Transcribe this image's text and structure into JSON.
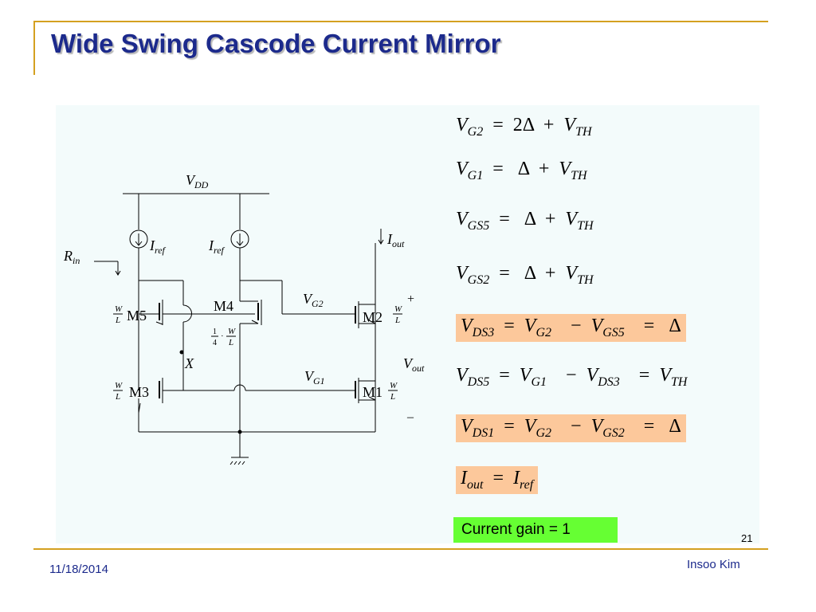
{
  "slide": {
    "title": "Wide Swing Cascode Current Mirror",
    "page_number": "21",
    "date": "11/18/2014",
    "author": "Insoo Kim"
  },
  "equations": [
    {
      "lhs": "V",
      "lhs_sub": "G2",
      "rhs": [
        {
          "t": "=  2Δ  +  "
        },
        {
          "t": "V",
          "s": "TH"
        }
      ],
      "highlight": false
    },
    {
      "lhs": "V",
      "lhs_sub": "G1",
      "rhs": [
        {
          "t": "=   Δ  +  "
        },
        {
          "t": "V",
          "s": "TH"
        }
      ],
      "highlight": false
    },
    {
      "lhs": "V",
      "lhs_sub": "GS5",
      "rhs": [
        {
          "t": "=   Δ  +  "
        },
        {
          "t": "V",
          "s": "TH"
        }
      ],
      "highlight": false
    },
    {
      "lhs": "V",
      "lhs_sub": "GS2",
      "rhs": [
        {
          "t": "=   Δ  +  "
        },
        {
          "t": "V",
          "s": "TH"
        }
      ],
      "highlight": false
    },
    {
      "lhs": "V",
      "lhs_sub": "DS3",
      "rhs": [
        {
          "t": "=  "
        },
        {
          "t": "V",
          "s": "G2"
        },
        {
          "t": "  −  "
        },
        {
          "t": "V",
          "s": "GS5"
        },
        {
          "t": "  =   Δ"
        }
      ],
      "highlight": true
    },
    {
      "lhs": "V",
      "lhs_sub": "DS5",
      "rhs": [
        {
          "t": "=  "
        },
        {
          "t": "V",
          "s": "G1"
        },
        {
          "t": "  −  "
        },
        {
          "t": "V",
          "s": "DS3"
        },
        {
          "t": "  =  "
        },
        {
          "t": "V",
          "s": "TH"
        }
      ],
      "highlight": false
    },
    {
      "lhs": "V",
      "lhs_sub": "DS1",
      "rhs": [
        {
          "t": "=  "
        },
        {
          "t": "V",
          "s": "G2"
        },
        {
          "t": "  −  "
        },
        {
          "t": "V",
          "s": "GS2"
        },
        {
          "t": "  =   Δ"
        }
      ],
      "highlight": true
    },
    {
      "lhs": "I",
      "lhs_sub": "out",
      "rhs": [
        {
          "t": "=  "
        },
        {
          "t": "I",
          "s": "ref"
        }
      ],
      "highlight": true
    }
  ],
  "gain_label": "Current gain = 1",
  "highlight_color": "#fcc89b",
  "gain_color": "#66ff33",
  "title_color": "#1c2a8c",
  "circuit": {
    "vdd": {
      "main": "V",
      "sub": "DD"
    },
    "iref1": {
      "main": "I",
      "sub": "ref"
    },
    "iref2": {
      "main": "I",
      "sub": "ref"
    },
    "iout": {
      "main": "I",
      "sub": "out"
    },
    "rin": {
      "main": "R",
      "sub": "in"
    },
    "m5": "M5",
    "m4": "M4",
    "m3": "M3",
    "m2": "M2",
    "m1": "M1",
    "vg2": {
      "main": "V",
      "sub": "G2"
    },
    "vg1": {
      "main": "V",
      "sub": "G1"
    },
    "vout": {
      "main": "V",
      "sub": "out"
    },
    "node_x": "X",
    "plus": "+",
    "minus": "–",
    "wl_num": "W",
    "wl_den": "L",
    "quarter_num": "1",
    "quarter_den": "4",
    "dot": "·"
  }
}
